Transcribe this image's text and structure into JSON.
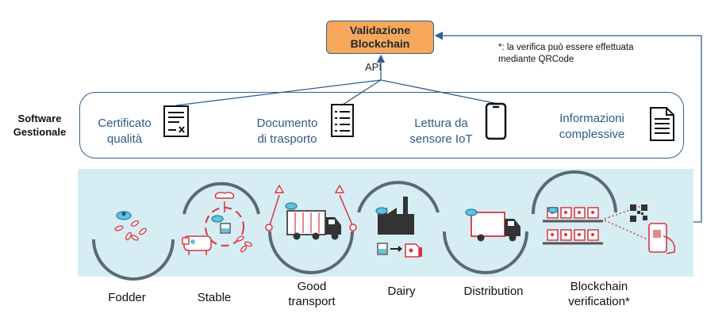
{
  "blockchain_box": {
    "line1": "Validazione",
    "line2": "Blockchain"
  },
  "api_label": "API",
  "note": {
    "line1": "*: la verifica può essere effettuata",
    "line2": "mediante QRCode"
  },
  "software": {
    "line1": "Software",
    "line2": "Gestionale"
  },
  "documents": [
    {
      "line1": "Certificato",
      "line2": "qualità",
      "icon": "certificate-icon"
    },
    {
      "line1": "Documento",
      "line2": "di trasporto",
      "icon": "checklist-icon"
    },
    {
      "line1": "Lettura da",
      "line2": "sensore IoT",
      "icon": "smartphone-icon"
    },
    {
      "line1": "Informazioni",
      "line2": "complessive",
      "icon": "document-icon"
    }
  ],
  "stages": [
    {
      "line1": "Fodder",
      "line2": "",
      "icon": "fodder-icon"
    },
    {
      "line1": "Stable",
      "line2": "",
      "icon": "cow-icon"
    },
    {
      "line1": "Good",
      "line2": "transport",
      "icon": "truck-icon"
    },
    {
      "line1": "Dairy",
      "line2": "",
      "icon": "factory-icon"
    },
    {
      "line1": "Distribution",
      "line2": "",
      "icon": "delivery-truck-icon"
    },
    {
      "line1": "Blockchain",
      "line2": "verification*",
      "icon": "qr-scan-icon"
    }
  ],
  "colors": {
    "accent_orange": "#f7a85a",
    "line_blue": "#2f5f8f",
    "text_blue": "#2b5a86",
    "panel_bg": "#d6edf4",
    "tag_red": "#d8343f"
  }
}
